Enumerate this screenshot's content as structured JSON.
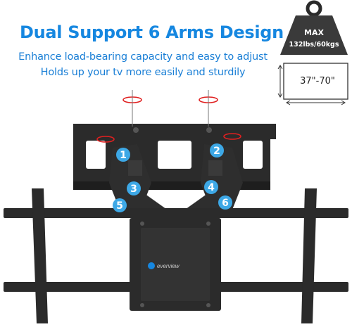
{
  "headline": "Dual Support 6 Arms Design",
  "subtitle_lines": [
    "Enhance load-bearing capacity and easy to adjust",
    "Holds up your tv more easily and sturdily"
  ],
  "weight_badge": {
    "title": "MAX",
    "capacity": "132lbs/60kgs"
  },
  "size_range": "37\"-70\"",
  "brand": "everview",
  "arm_numbers": [
    "1",
    "2",
    "3",
    "4",
    "5",
    "6"
  ],
  "colors": {
    "accent": "#1687e0",
    "badge": "#3da8e6",
    "metal": "#2b2b2b",
    "rotate_arrow": "#e02020"
  }
}
